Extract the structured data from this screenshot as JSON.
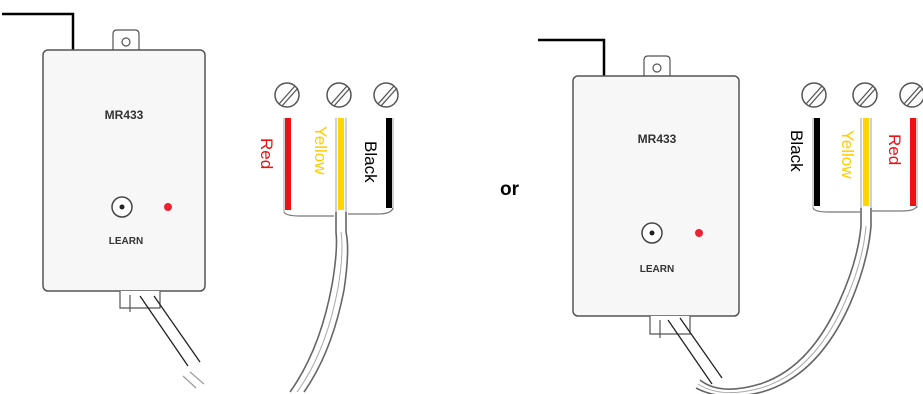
{
  "separator_text": "or",
  "colors": {
    "red": "#ee1111",
    "yellow": "#ffd400",
    "black": "#000000",
    "led": "#ee2233",
    "outline": "#555555",
    "box_fill": "#f7f7f7"
  },
  "left_diagram": {
    "model_label": "MR433",
    "button_label": "LEARN",
    "wire_labels": {
      "first": "Red",
      "second": "Yellow",
      "third": "Black"
    }
  },
  "right_diagram": {
    "model_label": "MR433",
    "button_label": "LEARN",
    "wire_labels": {
      "first": "Black",
      "second": "Yellow",
      "third": "Red"
    }
  }
}
